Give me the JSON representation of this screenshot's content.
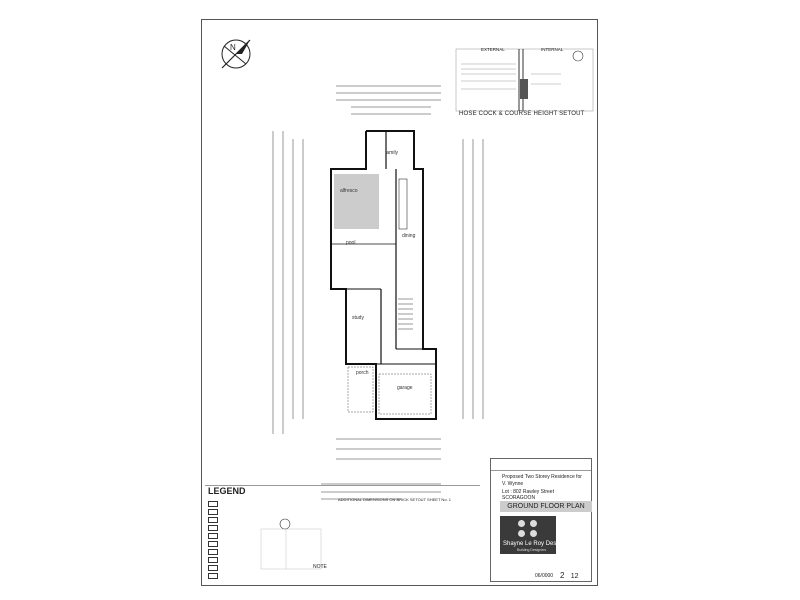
{
  "detail": {
    "title": "HOSE COCK & COURSE HEIGHT SETOUT",
    "label_external": "EXTERNAL",
    "label_internal": "INTERNAL"
  },
  "plan": {
    "rooms": [
      "alfresco",
      "dining",
      "pool",
      "study",
      "family",
      "porch",
      "garage"
    ],
    "bottom_note": "ADDITIONAL DIMENSIONS ON BRICK SETOUT SHEET No. 1"
  },
  "legend": {
    "title": "LEGEND",
    "note_title": "NOTE"
  },
  "title_block": {
    "project_line1": "Proposed Two Storey Residence for",
    "client": "V. Wynne",
    "lot": "Lot : 802 Rawley Street",
    "suburb": "SCORAGOON",
    "drawing_title": "GROUND FLOOR PLAN",
    "company": "Shayne Le Roy Design",
    "company_sub": "Building Designers",
    "project_code": "06/0000",
    "sheet_no": "2",
    "sheet_total": "12"
  }
}
